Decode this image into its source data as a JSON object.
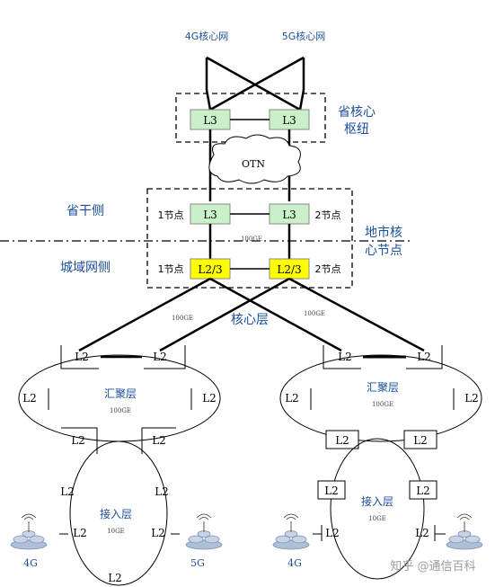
{
  "top": {
    "core4g": "4G核心网",
    "core5g": "5G核心网"
  },
  "provincial": {
    "label_line1": "省核心",
    "label_line2": "枢纽",
    "node": "L3"
  },
  "otn": "OTN",
  "side": {
    "backbone": "省干侧",
    "metro": "城域网侧"
  },
  "local_core": {
    "line1": "地市核",
    "line2": "心节点"
  },
  "nodes": {
    "l3": "L3",
    "l23": "L2/3",
    "node1": "1节点",
    "node2": "2节点",
    "link_100ge": "100GE"
  },
  "core_layer": {
    "label": "核心层",
    "link_left": "100GE",
    "link_right": "100GE"
  },
  "agg": {
    "label": "汇聚层",
    "speed": "100GE",
    "node": "L2"
  },
  "access": {
    "label": "接入层",
    "speed": "10GE",
    "node": "L2"
  },
  "stations": {
    "left1": "4G",
    "left2": "5G",
    "right1": "4G"
  },
  "watermark": "知乎 @通信百科",
  "colors": {
    "l3_fill": "#c9f0c9",
    "l23_fill": "#ffff00",
    "blue_text": "#1c4f9c"
  }
}
